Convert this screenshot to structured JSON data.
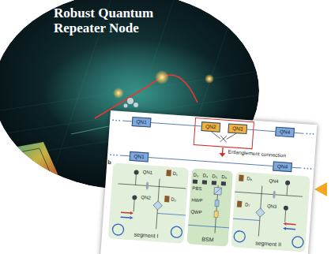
{
  "diagram": {
    "title": "Robust Quantum Repeater Node",
    "nodes": [
      {
        "text": [
          "QN1"
        ]
      },
      {
        "text": [
          "QN2"
        ]
      },
      {
        "text": [
          "QN3"
        ]
      },
      {
        "text": [
          "QN4"
        ]
      },
      {
        "text": [
          "QN1"
        ]
      },
      {
        "text": [
          "QN4"
        ]
      },
      {
        "text": [
          "segment I"
        ]
      },
      {
        "text": [
          "BSM"
        ]
      },
      {
        "text": [
          "segment II"
        ]
      }
    ],
    "edges": [
      {
        "from": 0,
        "to": 1,
        "arrow": "none"
      },
      {
        "from": 2,
        "to": 3,
        "arrow": "none"
      },
      {
        "from": 4,
        "to": 5,
        "arrow": "none"
      }
    ],
    "labels": [
      "Entanglement connection",
      "b",
      "QN1",
      "D₁",
      "QN2",
      "D₂",
      "D₃",
      "D₄",
      "D₅",
      "D₆",
      "PBS",
      "HWP",
      "QWP",
      "D₈",
      "QN4",
      "D₇",
      "QN3"
    ]
  }
}
